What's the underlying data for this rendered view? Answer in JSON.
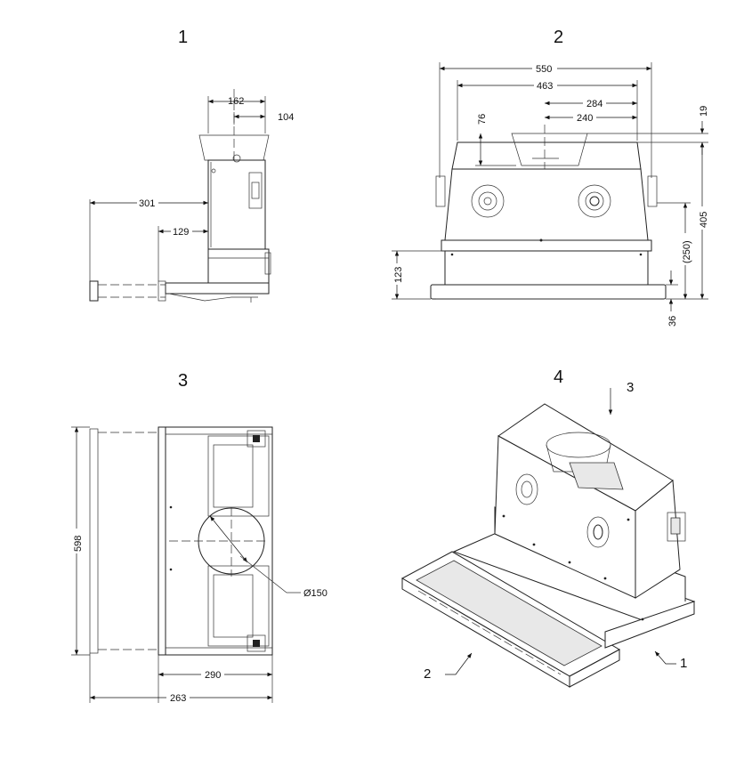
{
  "views": {
    "v1": {
      "number": "1"
    },
    "v2": {
      "number": "2"
    },
    "v3": {
      "number": "3"
    },
    "v4": {
      "number": "4"
    }
  },
  "dimensions": {
    "v1": {
      "top_width": "162",
      "offset_right": "104",
      "extended_total": "301",
      "filter_depth": "129"
    },
    "v2": {
      "width": "550",
      "inner_width": "463",
      "half_outlet": "284",
      "outlet_offset": "240",
      "collar_height": "76",
      "top_offset": "19",
      "height": "405",
      "box_height": "(250)",
      "filter_height": "123",
      "tray_thickness": "36"
    },
    "v3": {
      "depth": "598",
      "diameter": "Ø150",
      "body_width": "290",
      "tray_width": "263"
    }
  },
  "callouts": {
    "c1": "1",
    "c2": "2",
    "c3": "3"
  }
}
